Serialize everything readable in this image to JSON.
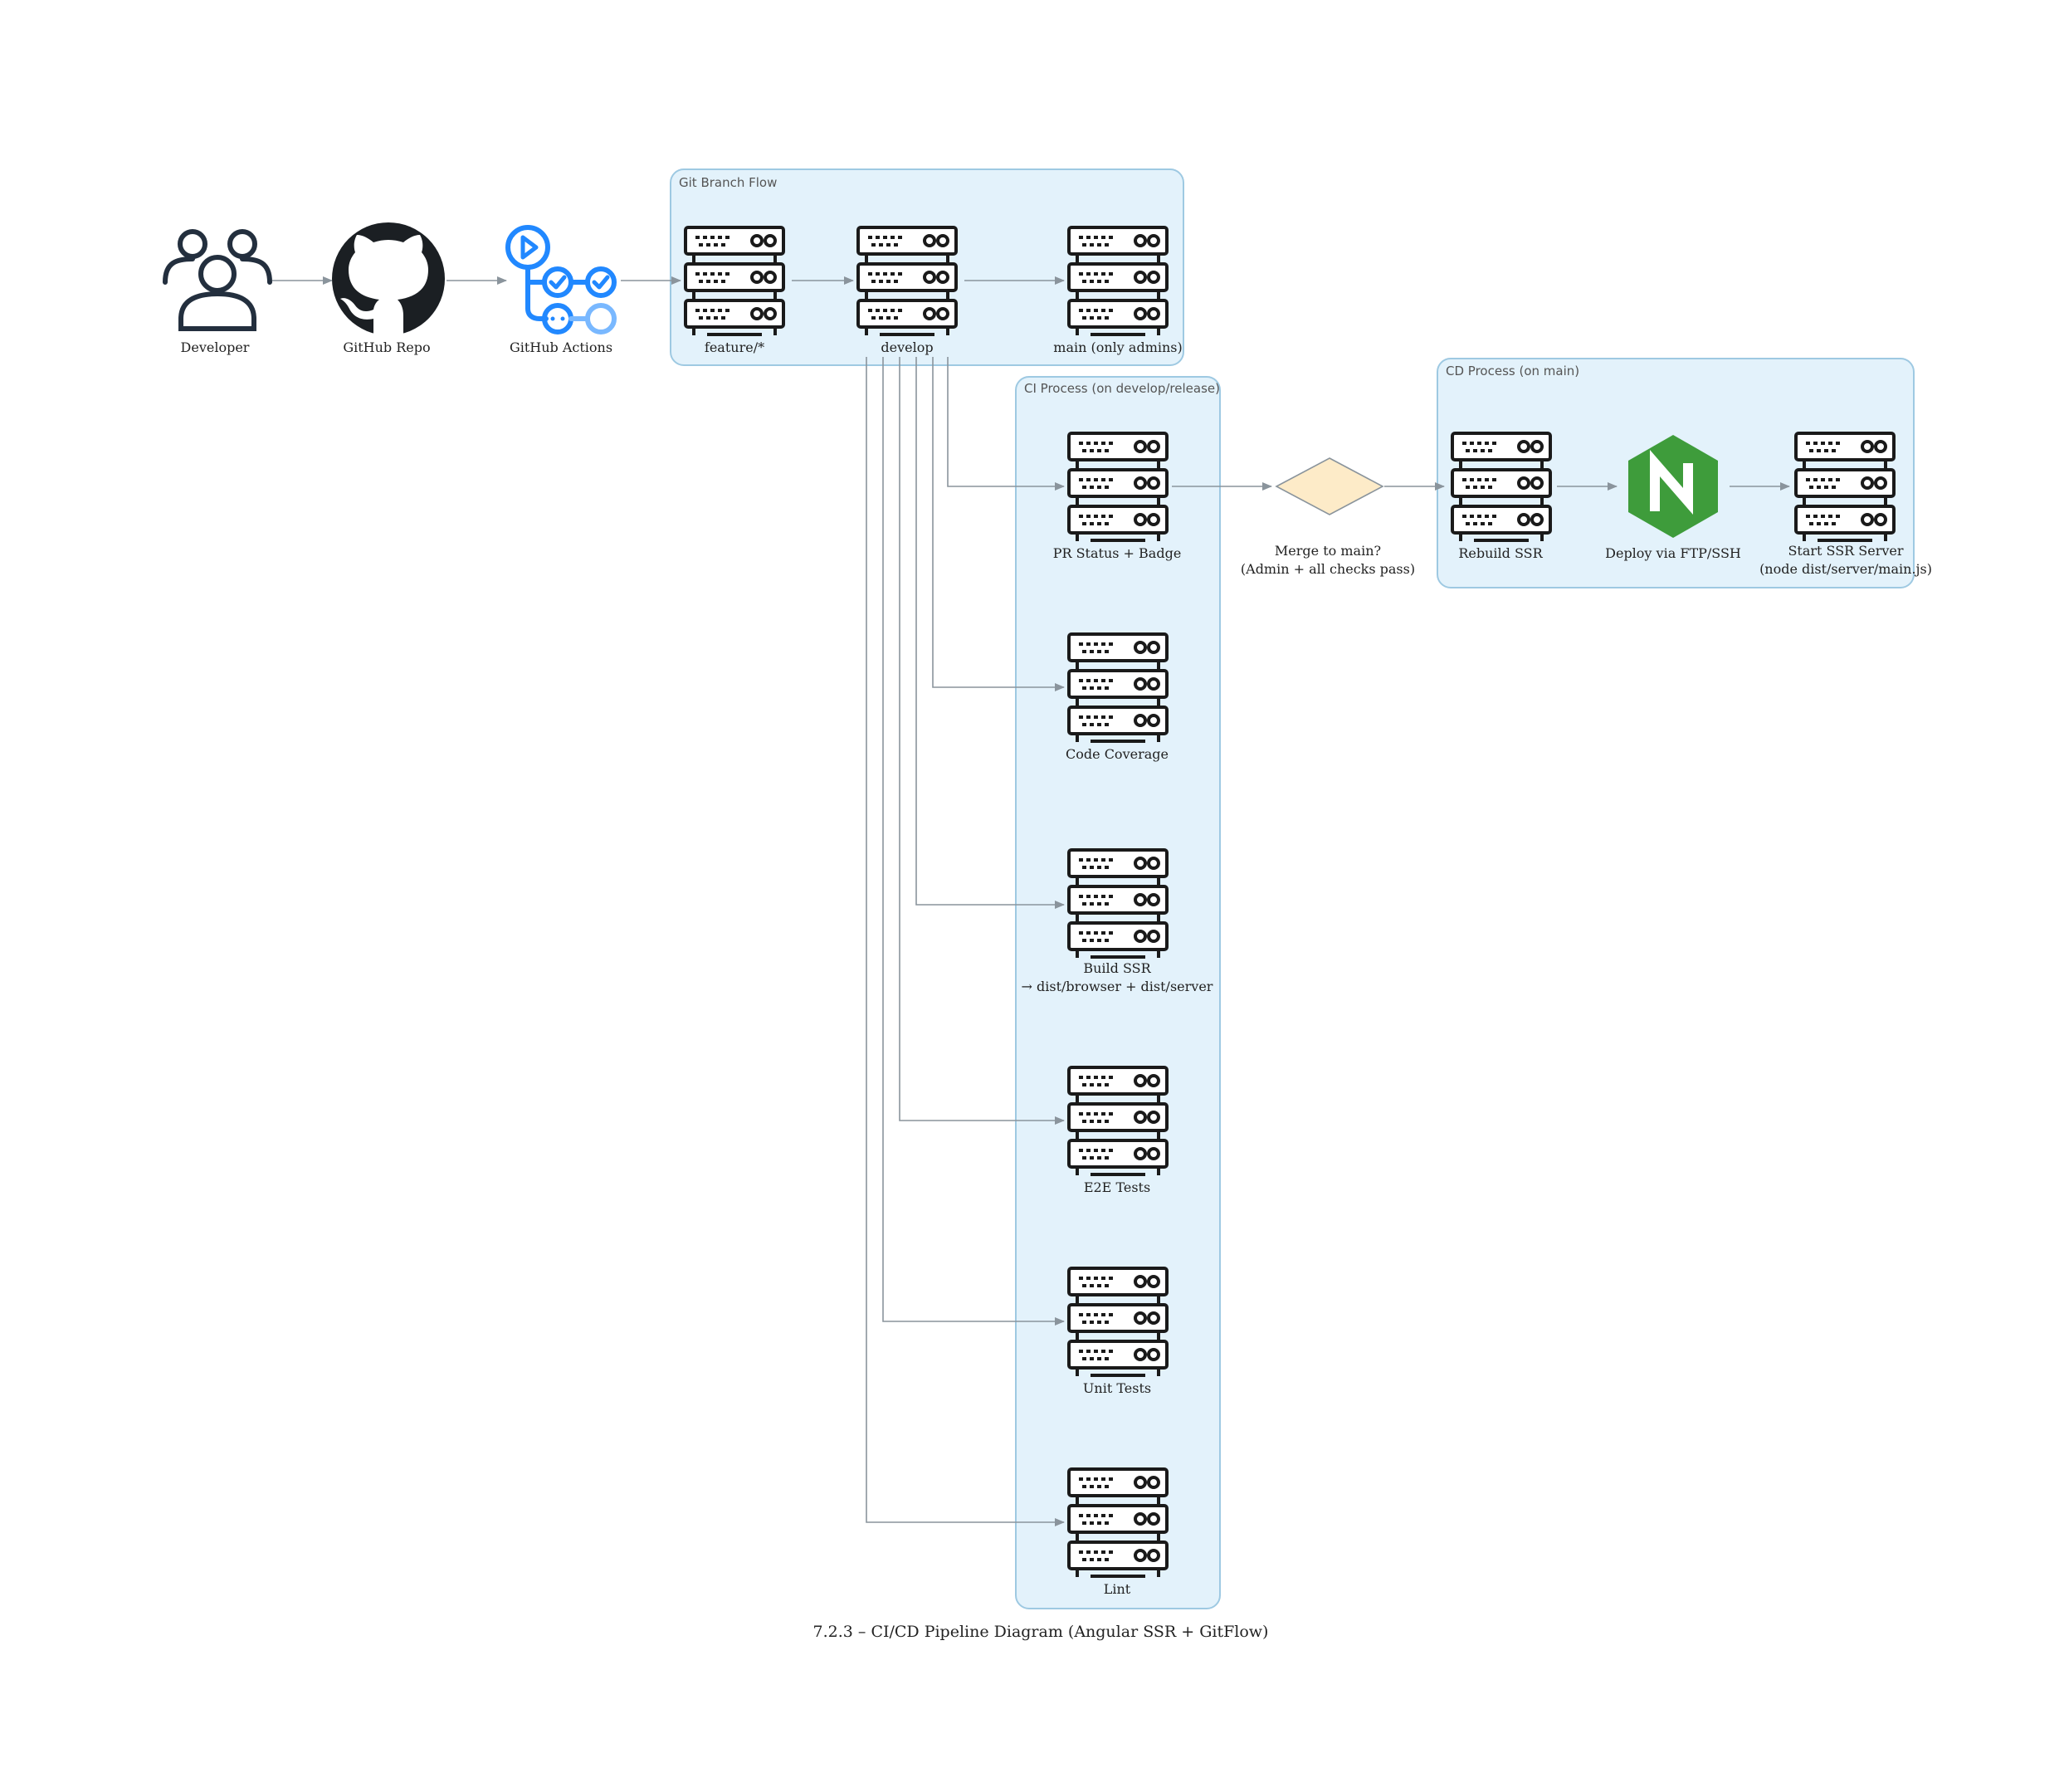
{
  "title": "7.2.3 – CI/CD Pipeline Diagram (Angular SSR + GitFlow)",
  "clusters": {
    "git": "Git Branch Flow",
    "ci": "CI Process (on develop/release)",
    "cd": "CD Process (on main)"
  },
  "nodes": {
    "developer": "Developer",
    "github_repo": "GitHub Repo",
    "github_actions": "GitHub Actions",
    "feature": "feature/*",
    "develop": "develop",
    "main": "main (only admins)",
    "pr_status": "PR Status + Badge",
    "coverage": "Code Coverage",
    "build_ssr_1": "Build SSR",
    "build_ssr_2": "→ dist/browser + dist/server",
    "e2e": "E2E Tests",
    "unit": "Unit Tests",
    "lint": "Lint",
    "merge_1": "Merge to main?",
    "merge_2": "(Admin + all checks pass)",
    "rebuild": "Rebuild SSR",
    "deploy": "Deploy via FTP/SSH",
    "start_1": "Start SSR Server",
    "start_2": "(node dist/server/main.js)"
  },
  "colors": {
    "cluster_fill": "#e3f2fb",
    "cluster_border": "#9ec9e2",
    "edge": "#8a949c",
    "github_actions_blue": "#2188ff",
    "nginx_green": "#3e9c3b",
    "decision_fill": "#fdebc8"
  },
  "icons": {
    "developer": "users-icon",
    "github_repo": "github-icon",
    "github_actions": "github-actions-icon",
    "server": "server-rack-icon",
    "deploy": "nginx-icon",
    "decision": "diamond-decision"
  }
}
